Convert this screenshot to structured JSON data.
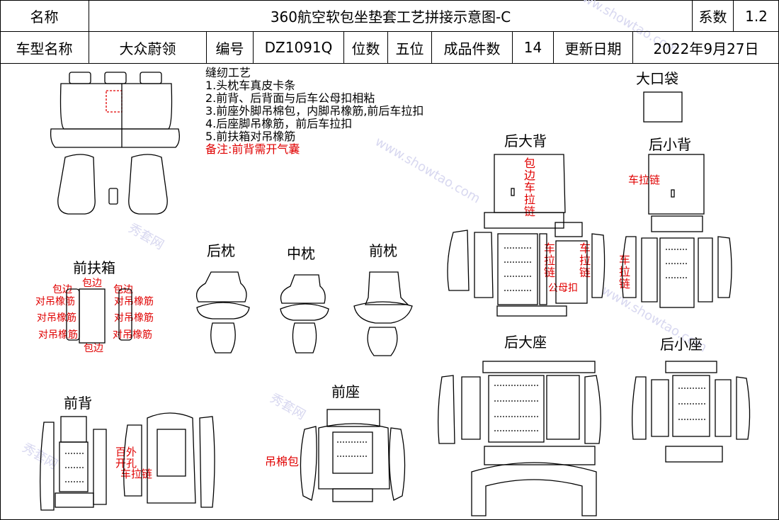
{
  "header": {
    "row1": {
      "name_label": "名称",
      "title": "360航空软包坐垫套工艺拼接示意图-C",
      "coef_label": "系数",
      "coef_value": "1.2"
    },
    "row2": {
      "car_label": "车型名称",
      "car_value": "大众蔚领",
      "code_label": "编号",
      "code_value": "DZ1091Q",
      "seats_label": "位数",
      "seats_value": "五位",
      "pieces_label": "成品件数",
      "pieces_value": "14",
      "date_label": "更新日期",
      "date_value": "2022年9月27日"
    }
  },
  "craft": {
    "title": "缝纫工艺",
    "items": [
      "1.头枕车真皮卡条",
      "2.前背、后背面与后车公母扣相粘",
      "3.前座外脚吊棉包，内脚吊橡筋,前后车拉扣",
      "4.后座脚吊橡筋，前后车拉扣",
      "5.前扶箱对吊橡筋"
    ],
    "note": "备注:前背需开气囊"
  },
  "sections": {
    "big_pocket": "大口袋",
    "rear_big_back": "后大背",
    "rear_small_back": "后小背",
    "rear_pillow": "后枕",
    "mid_pillow": "中枕",
    "front_pillow": "前枕",
    "front_armrest": "前扶箱",
    "front_back": "前背",
    "front_seat": "前座",
    "rear_big_seat": "后大座",
    "rear_small_seat": "后小座"
  },
  "annotations": {
    "edge_zip": "包边车拉链",
    "zipper": "车拉链",
    "zipper_left": "车拉链",
    "zipper_right": "车拉链",
    "mf_buckle": "公母扣",
    "small_zip": "车拉链",
    "armrest_edge_top": "包边",
    "armrest_edge_left": "包边",
    "armrest_edge_right": "包边",
    "armrest_edge_bottom": "包边",
    "armrest_elastic_l1": "对吊橡筋",
    "armrest_elastic_l2": "对吊橡筋",
    "armrest_elastic_l3": "对吊橡筋",
    "armrest_elastic_r1": "对吊橡筋",
    "armrest_elastic_r2": "对吊橡筋",
    "armrest_elastic_r3": "对吊橡筋",
    "front_back_note1": "百外",
    "front_back_note2": "开孔",
    "front_back_note3": "车拉链",
    "cotton_bag": "吊棉包"
  },
  "watermark": {
    "cn": "秀套网",
    "en": "www.showtao.com"
  },
  "colors": {
    "annotation": "#e00000",
    "line": "#000000",
    "watermark": "#d8d8f0"
  }
}
